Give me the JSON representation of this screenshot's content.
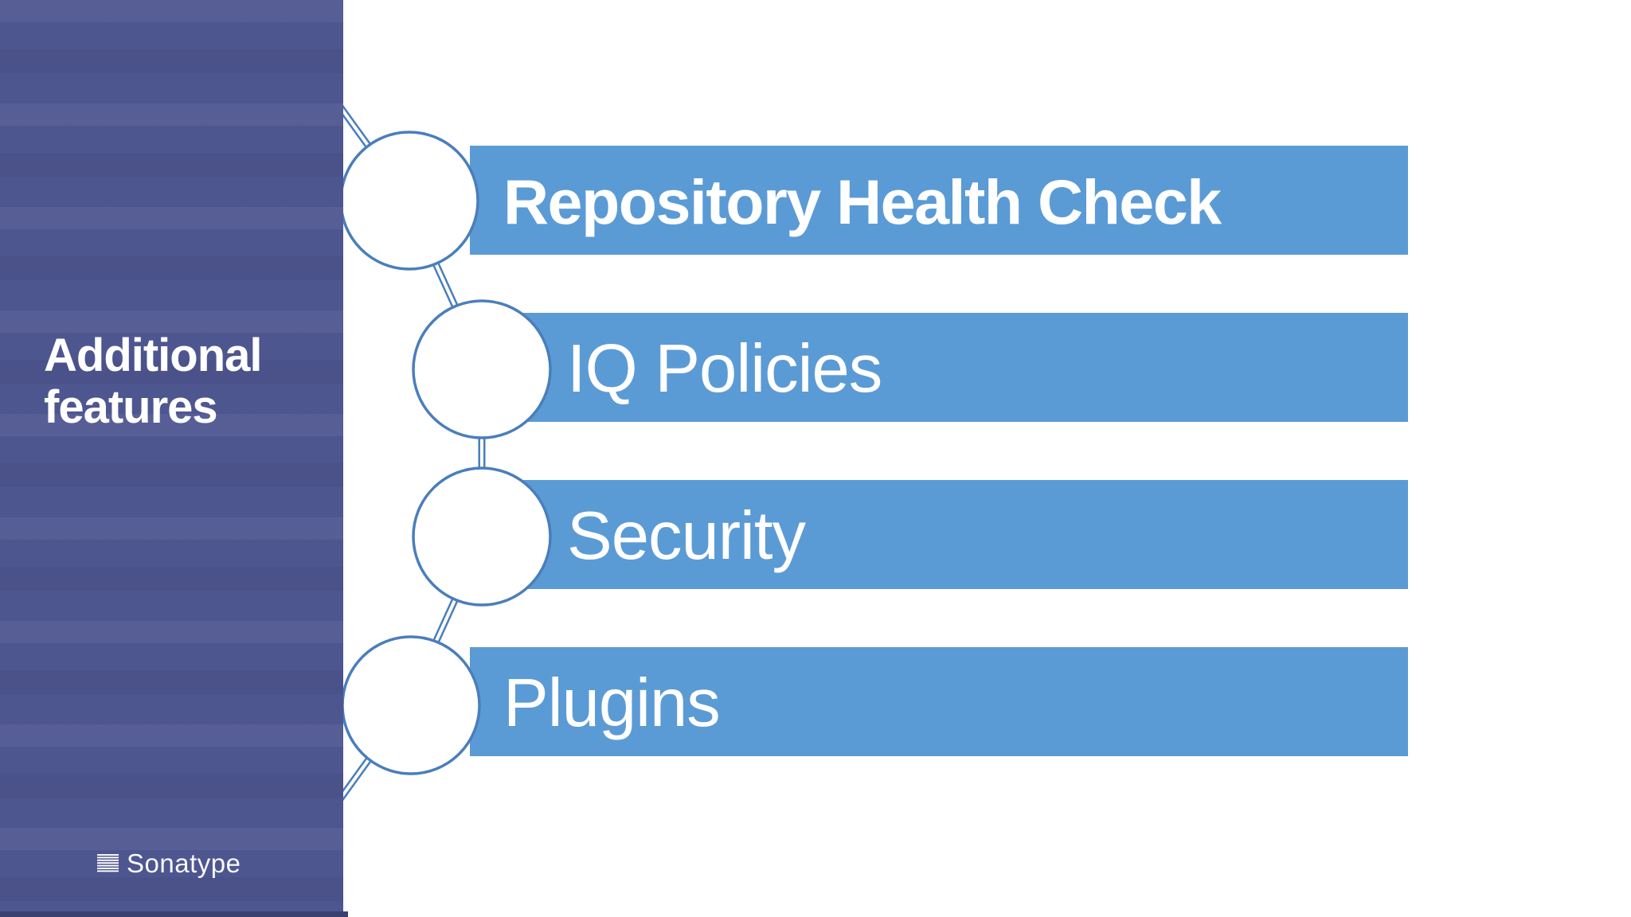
{
  "slide": {
    "sidebar": {
      "title": "Additional features",
      "logo": {
        "icon": "stacked-lines-icon",
        "text": "Sonatype"
      }
    },
    "features": [
      {
        "label": "Repository Health Check",
        "emphasis": true
      },
      {
        "label": "IQ Policies",
        "emphasis": false
      },
      {
        "label": "Security",
        "emphasis": false
      },
      {
        "label": "Plugins",
        "emphasis": false
      }
    ],
    "colors": {
      "sidebar_bg": "#4E5690",
      "sidebar_strip": "#3A4170",
      "bar_bg": "#5B9BD5",
      "node_stroke": "#4A7EBB",
      "text_color": "#FFFFFF"
    }
  }
}
